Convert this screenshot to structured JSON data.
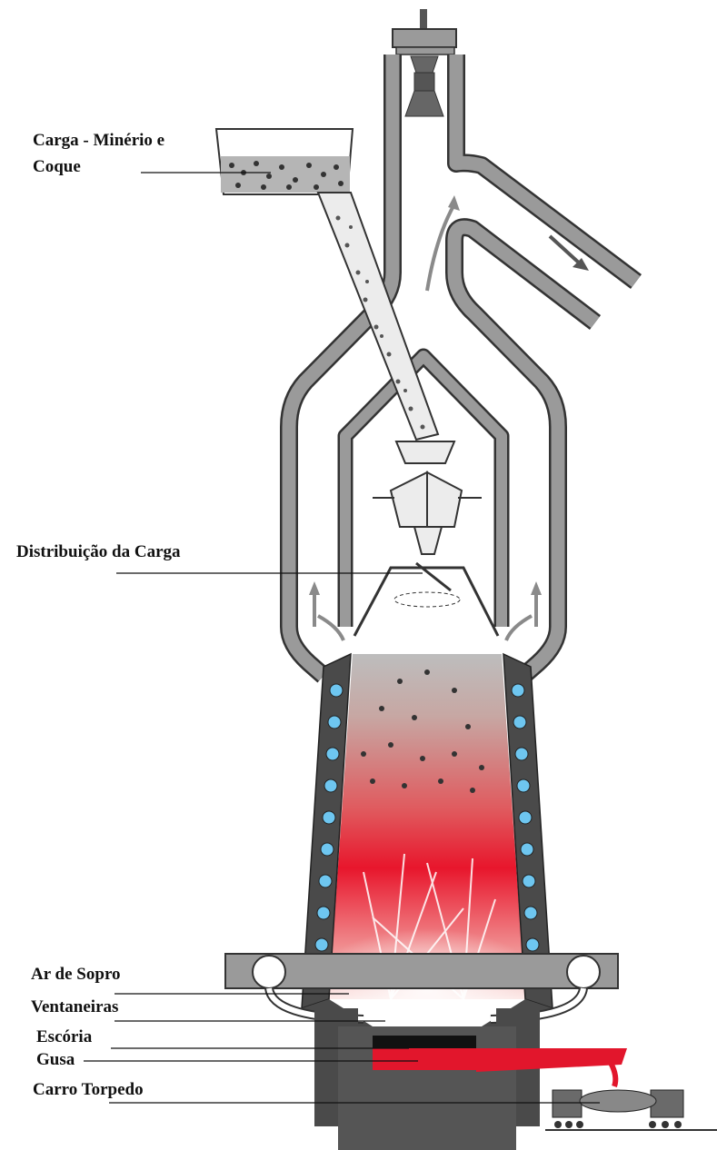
{
  "labels": {
    "carga_line1": "Carga - Minério e",
    "carga_line2": "Coque",
    "distribuicao": "Distribuição da Carga",
    "ar_de_sopro": "Ar de Sopro",
    "ventaneiras": "Ventaneiras",
    "escoria": "Escória",
    "gusa": "Gusa",
    "carro_torpedo": "Carro Torpedo"
  },
  "colors": {
    "structure": "#9a9a9a",
    "structure_outline": "#3a3a3a",
    "wall_dark": "#4a4a4a",
    "tuyere_blue": "#6ec6f0",
    "molten_iron": "#e2162c",
    "slag": "#111111",
    "hot_zone": "#e8283c"
  }
}
